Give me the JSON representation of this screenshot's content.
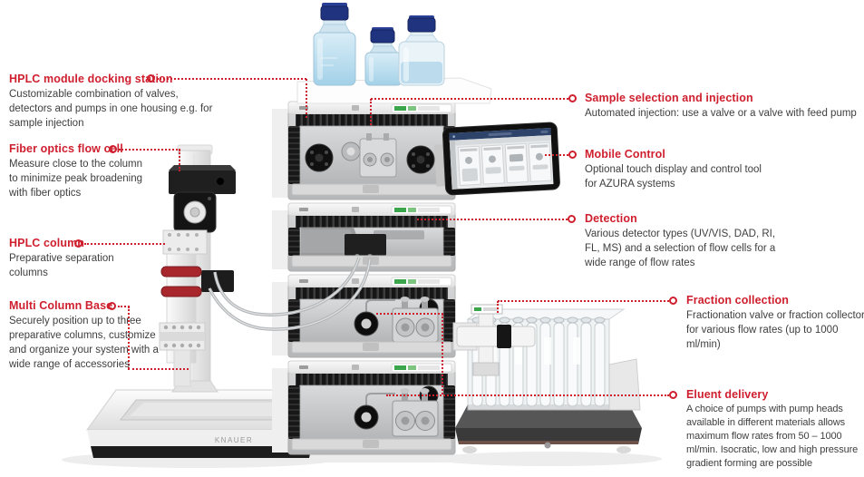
{
  "brand": {
    "logo_text": "KNAUER",
    "accent_red": "#cf1f2e",
    "accent_green": "#3aa54a"
  },
  "callouts_left": [
    {
      "title": "HPLC module docking station",
      "body": "Customizable combination of valves, detectors and pumps in one housing e.g. for sample injection"
    },
    {
      "title": "Fiber optics flow cell",
      "body": "Measure close to the column to minimize peak broadening with fiber optics"
    },
    {
      "title": "HPLC column",
      "body": "Preparative separation columns"
    },
    {
      "title": "Multi Column Base",
      "body": "Securely position up to three preparative columns, customize and organize your system with a wide range of accessories"
    }
  ],
  "callouts_right": [
    {
      "title": "Sample selection and injection",
      "body": "Automated injection: use a valve or a valve with feed pump"
    },
    {
      "title": "Mobile Control",
      "body": "Optional touch display and control tool for AZURA systems"
    },
    {
      "title": "Detection",
      "body": "Various detector types (UV/VIS, DAD, RI, FL, MS) and a selection of flow cells for a wide range of flow rates"
    },
    {
      "title": "Fraction collection",
      "body": "Fractionation valve or fraction collector for various flow rates (up to 1000 ml/min)"
    },
    {
      "title": "Eluent delivery",
      "body": "A choice of pumps with pump heads available in different materials allows maximum flow rates from 50 – 1000 ml/min. Isocratic, low and high pressure gradient forming are possible"
    }
  ]
}
